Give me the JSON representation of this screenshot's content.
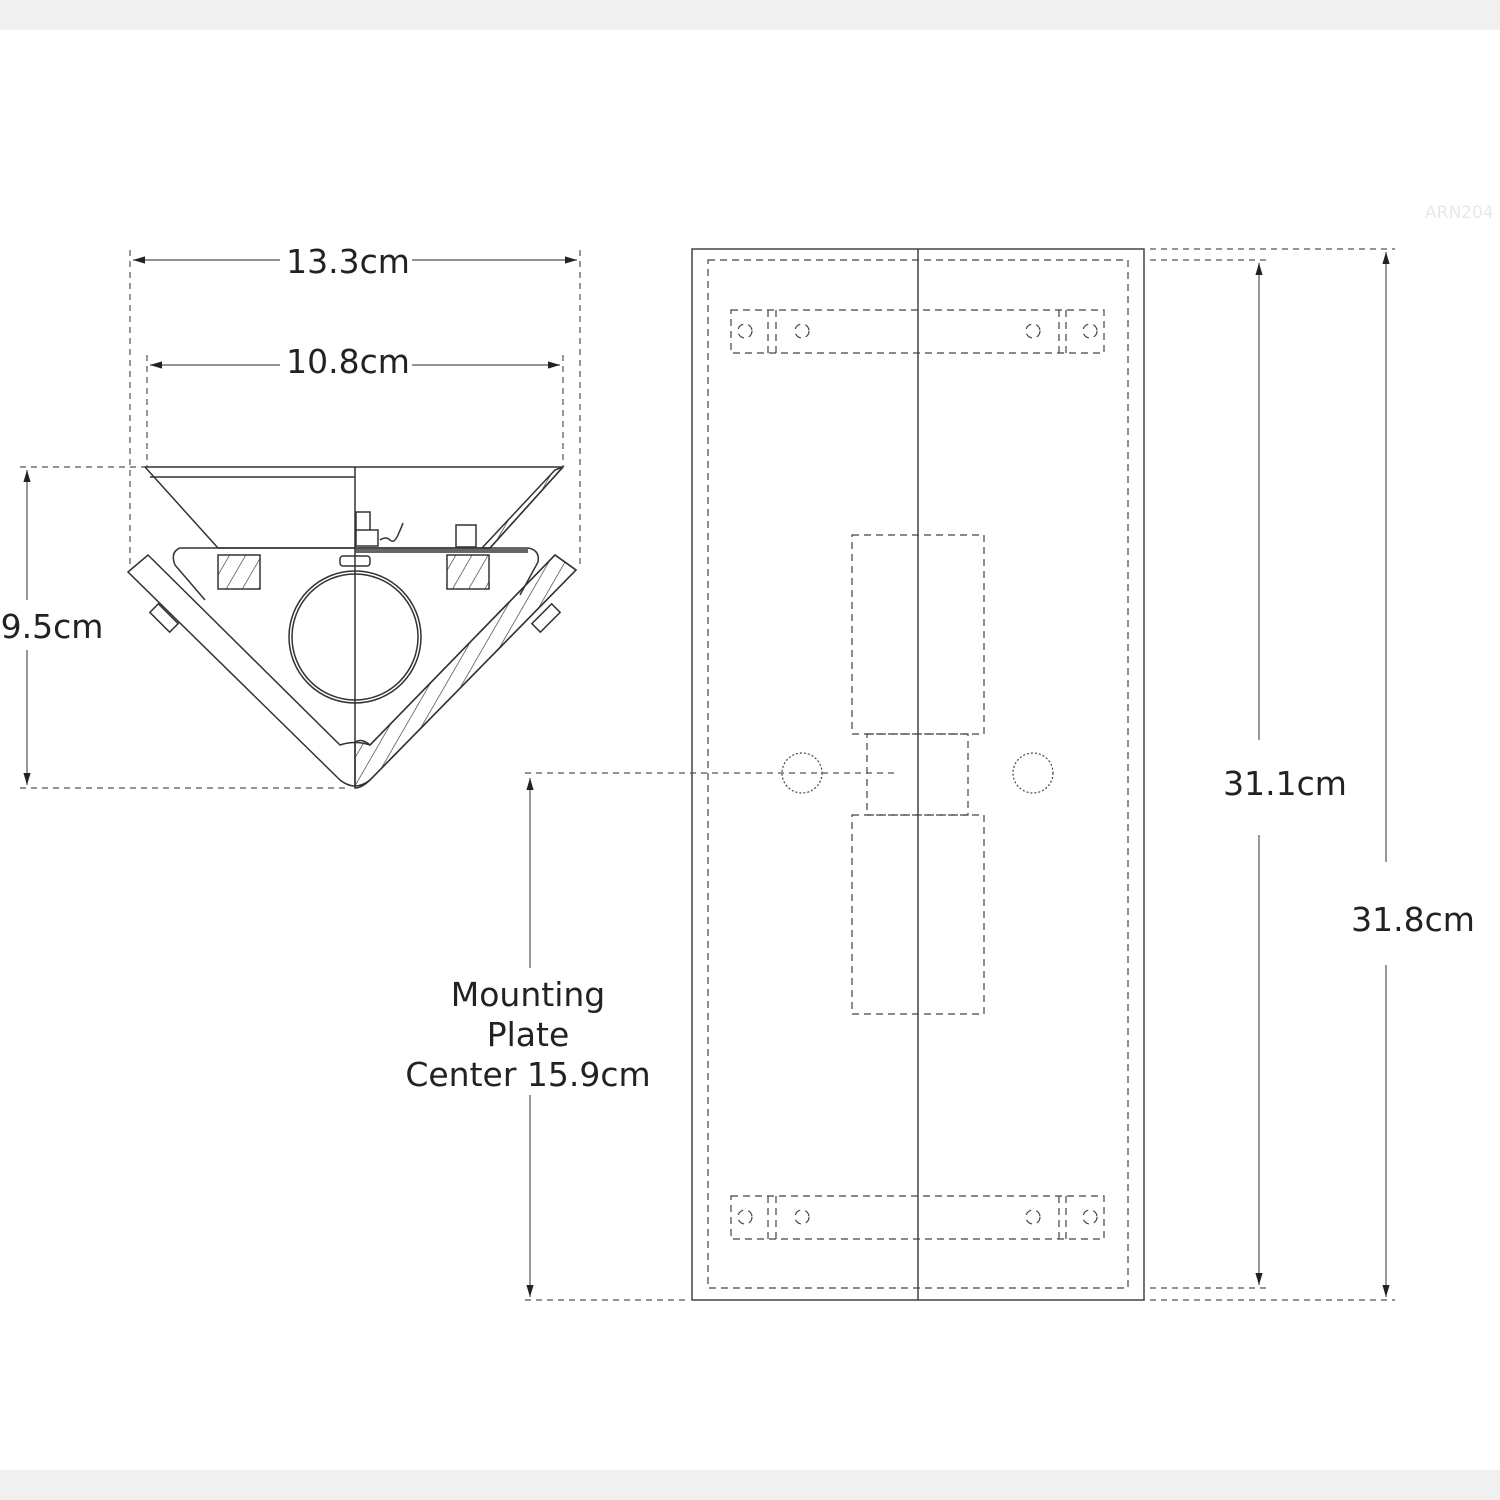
{
  "watermark": "ARN204",
  "dimensions": {
    "overall_width": "13.3cm",
    "shade_width": "10.8cm",
    "depth": "9.5cm",
    "backplate_inner_height": "31.1cm",
    "overall_height": "31.8cm",
    "mounting_label_line1": "Mounting",
    "mounting_label_line2": "Plate",
    "mounting_label_line3": "Center 15.9cm"
  },
  "colors": {
    "line": "#333333",
    "band": "#f0f0f0"
  }
}
